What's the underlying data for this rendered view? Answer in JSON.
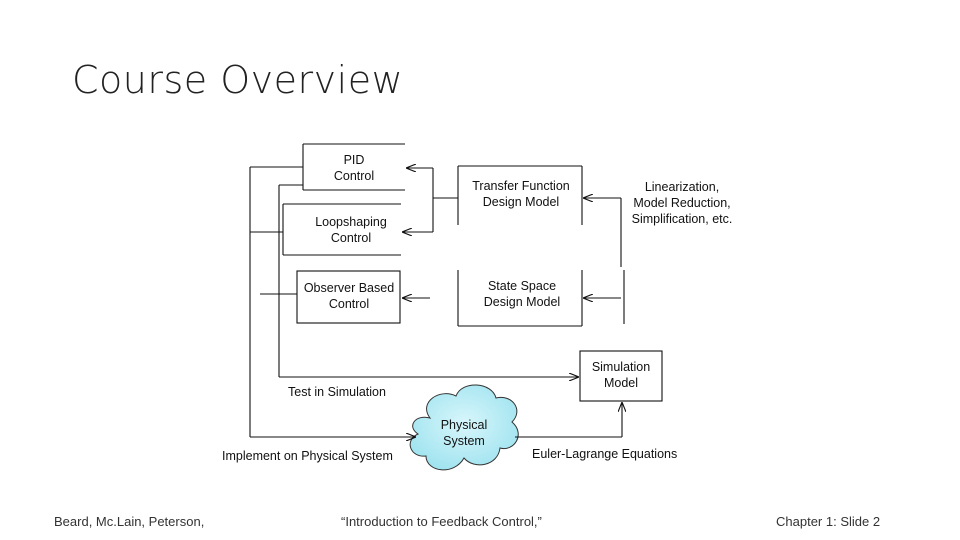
{
  "slide": {
    "title": "Course Overview"
  },
  "diagram": {
    "pid": [
      "PID",
      "Control"
    ],
    "loopshaping": [
      "Loopshaping",
      "Control"
    ],
    "observer": [
      "Observer Based",
      "Control"
    ],
    "transfer_function": [
      "Transfer Function",
      "Design Model"
    ],
    "state_space": [
      "State Space",
      "Design Model"
    ],
    "linearization": [
      "Linearization,",
      "Model Reduction,",
      "Simplification, etc."
    ],
    "simulation": [
      "Simulation",
      "Model"
    ],
    "physical": [
      "Physical",
      "System"
    ],
    "test_label": "Test in Simulation",
    "implement_label": "Implement on Physical System",
    "euler_label": "Euler-Lagrange Equations"
  },
  "footer": {
    "left": "Beard, Mc.Lain, Peterson,",
    "middle": "“Introduction to Feedback Control,”",
    "right": "Chapter 1: Slide 2"
  }
}
